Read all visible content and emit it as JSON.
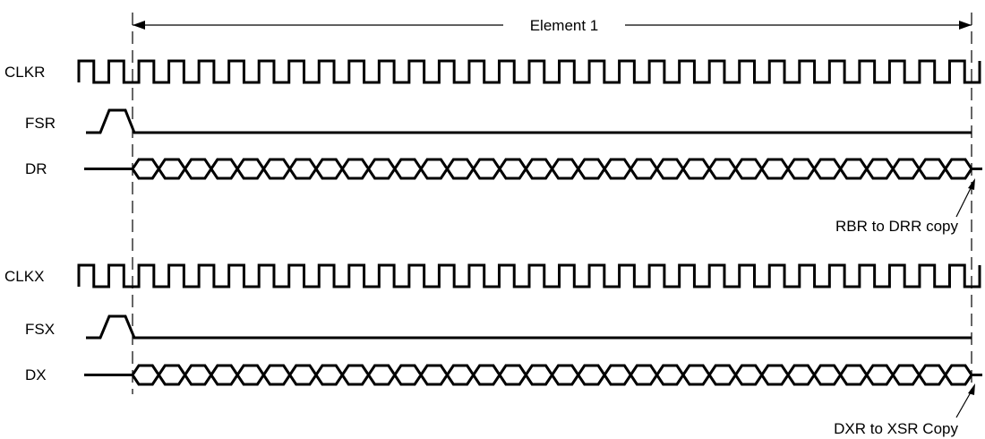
{
  "diagram": {
    "element_label": "Element 1",
    "receive": {
      "signals": [
        {
          "id": "clkr",
          "label": "CLKR",
          "type": "clock",
          "cycles": 30
        },
        {
          "id": "fsr",
          "label": "FSR",
          "type": "frame-sync"
        },
        {
          "id": "dr",
          "label": "DR",
          "type": "data",
          "bits": 32
        }
      ],
      "copy_note": "RBR to DRR copy"
    },
    "transmit": {
      "signals": [
        {
          "id": "clkx",
          "label": "CLKX",
          "type": "clock",
          "cycles": 30
        },
        {
          "id": "fsx",
          "label": "FSX",
          "type": "frame-sync"
        },
        {
          "id": "dx",
          "label": "DX",
          "type": "data",
          "bits": 32
        }
      ],
      "copy_note": "DXR to XSR Copy"
    },
    "colors": {
      "line": "#000000",
      "background": "#ffffff"
    }
  }
}
